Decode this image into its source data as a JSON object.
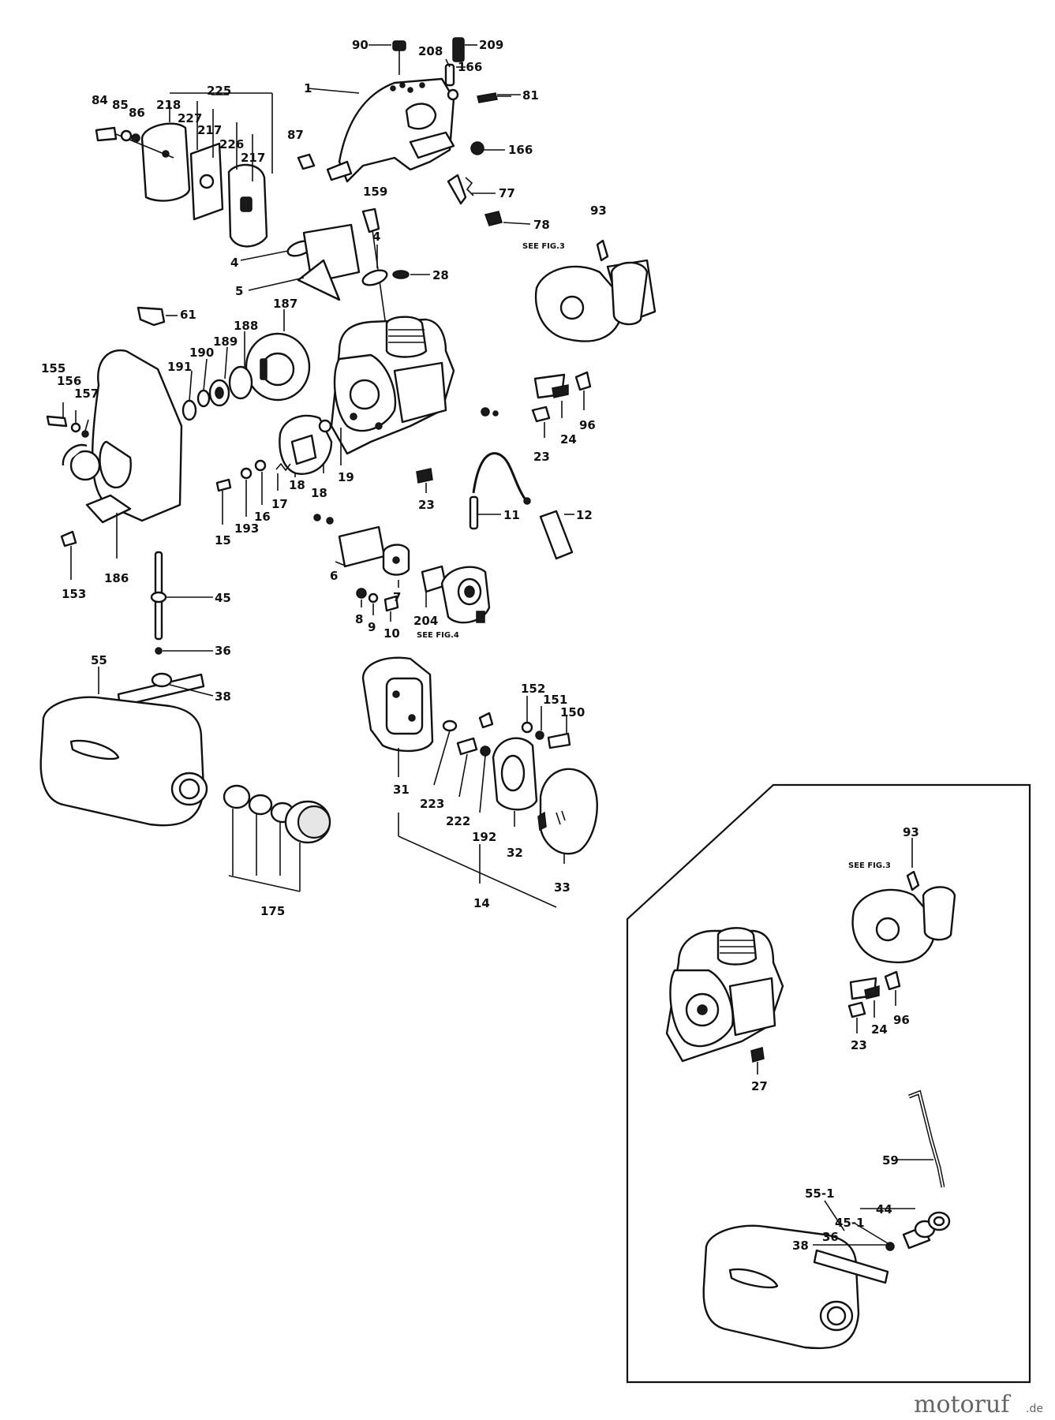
{
  "labels": [
    "90",
    "208",
    "209",
    "166",
    "1",
    "81",
    "225",
    "84",
    "85",
    "86",
    "218",
    "227",
    "217",
    "226",
    "217",
    "87",
    "166",
    "159",
    "77",
    "78",
    "93",
    "4",
    "4",
    "28",
    "5",
    "61",
    "187",
    "188",
    "189",
    "190",
    "191",
    "155",
    "156",
    "157",
    "96",
    "24",
    "23",
    "19",
    "18",
    "18",
    "17",
    "16",
    "193",
    "15",
    "23",
    "11",
    "12",
    "153",
    "186",
    "45",
    "6",
    "7",
    "8",
    "9",
    "10",
    "204",
    "36",
    "55",
    "38",
    "152",
    "151",
    "150",
    "31",
    "223",
    "222",
    "192",
    "32",
    "33",
    "14",
    "175",
    "93",
    "96",
    "24",
    "23",
    "27",
    "59",
    "55-1",
    "44",
    "45-1",
    "36",
    "38"
  ],
  "see_fig3": "SEE FIG.3",
  "see_fig4": "SEE FIG.4",
  "see_fig3_inset": "SEE FIG.3",
  "watermark": {
    "main": "motoruf",
    "suffix": ".de"
  }
}
